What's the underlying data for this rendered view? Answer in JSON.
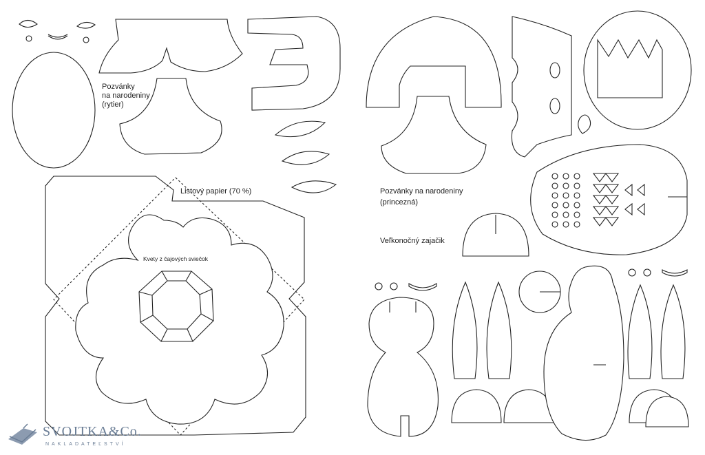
{
  "labels": {
    "knight_invite": [
      "Pozvánky",
      "na narodeniny",
      "(rytier)"
    ],
    "letter_paper": "Listový papier (70 %)",
    "tealight_flowers": "Kvety z čajových sviečok",
    "princess_invite": [
      "Pozvánky na narodeniny",
      "(princezná)"
    ],
    "easter_bunny": "Veľkonočný zajačik"
  },
  "logo": {
    "brand": "SVOJTKA&Co.",
    "sub": "NAKLADATEĽSTVÍ"
  }
}
